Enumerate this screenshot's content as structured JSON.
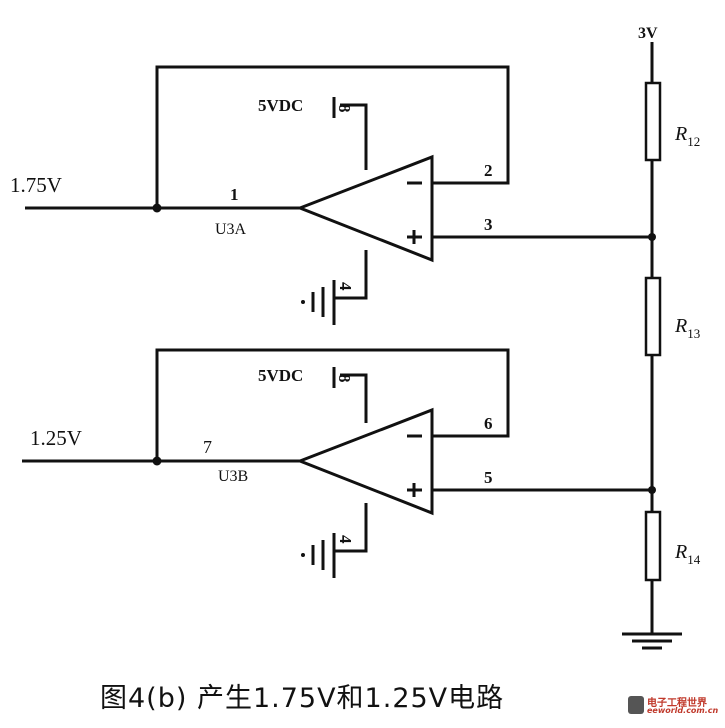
{
  "supply_label": "3V",
  "inputs": [
    "1.75V",
    "1.25V"
  ],
  "opamps": [
    {
      "name": "U3A",
      "out_pin": "1",
      "minus_pin": "2",
      "plus_pin": "3",
      "gnd_pin": "4",
      "supply": "5VDC",
      "supply_pin": "8"
    },
    {
      "name": "U3B",
      "out_pin": "7",
      "minus_pin": "6",
      "plus_pin": "5",
      "gnd_pin": "4",
      "supply": "5VDC",
      "supply_pin": "8"
    }
  ],
  "resistors": [
    {
      "label": "R",
      "sub": "12"
    },
    {
      "label": "R",
      "sub": "13"
    },
    {
      "label": "R",
      "sub": "14"
    }
  ],
  "caption": "图4(b)  产生1.75V和1.25V电路",
  "watermark": {
    "cn": "电子工程世界",
    "en": "eeworld.com.cn"
  }
}
